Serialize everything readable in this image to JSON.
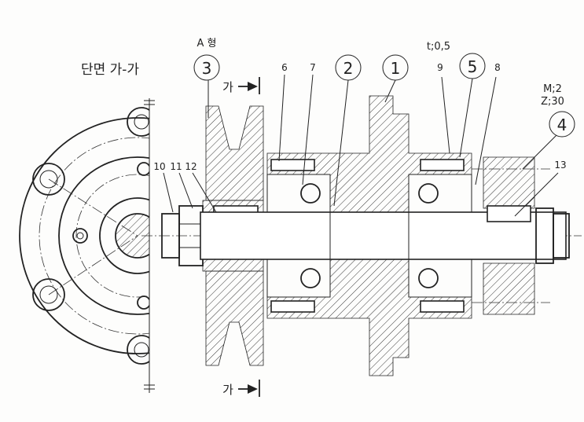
{
  "section_title": "단면 가-가",
  "pulley_type": "A 형",
  "section_marker": "가",
  "balloons": {
    "p1": "1",
    "p2": "2",
    "p3": "3",
    "p4": "4",
    "p5": "5"
  },
  "part_numbers": {
    "n6": "6",
    "n7": "7",
    "n8": "8",
    "n9": "9",
    "n10": "10",
    "n11": "11",
    "n12": "12",
    "n13": "13"
  },
  "notes": {
    "tolerance": "t;0,5",
    "module": "M;2",
    "teeth": "Z;30"
  }
}
